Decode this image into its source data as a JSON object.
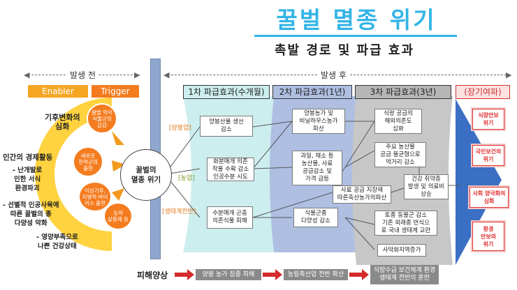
{
  "title": "꿀벌 멸종 위기",
  "subtitle": "촉발 경로 및 파급 효과",
  "phases": {
    "before": "발생 전",
    "after": "발생 후"
  },
  "tags": {
    "enabler": "Enabler",
    "trigger": "Trigger"
  },
  "headers": [
    "1차 파급효과(수개월)",
    "2차 파급효과(1년)",
    "3차 파급효과(3년)",
    "(장기여파)"
  ],
  "enablers": {
    "climate": [
      "기후변화의",
      "심화"
    ],
    "economy": "인간의 경제활동",
    "economy_detail": [
      "- 난개발로",
      "인한 서식",
      "환경파괴"
    ],
    "breeding": [
      "- 선별적 인공사육에",
      "따른 꿀벌의 종",
      "다양성 악화"
    ],
    "nutrition": [
      "- 영양부족으로",
      "나쁜 건강상태"
    ]
  },
  "triggers": [
    [
      "꿀벌 먹이",
      "식물군의",
      "급감"
    ],
    [
      "새로운",
      "천적군의",
      "출현"
    ],
    [
      "이상기후,",
      "지병적 바이",
      "러스 출현"
    ],
    [
      "농약",
      "살충제 등"
    ]
  ],
  "center": [
    "꿀벌의",
    "멸종 위기"
  ],
  "sectors": {
    "apiculture": "[양봉업]",
    "agriculture": "[농업]",
    "ecosystem": "[생태계전반]"
  },
  "first": [
    [
      "양봉산물 생산",
      "감소"
    ],
    [
      "화분매개 의존",
      "작물 수확 감소",
      "인공수분 시도"
    ],
    [
      "수분매개 곤충",
      "의존식물 피해"
    ]
  ],
  "second": [
    [
      "양봉농가 및",
      "비닐하우스농가",
      "파산"
    ],
    [
      "과일, 채소 등",
      "농산물, 사료",
      "공급감소 및",
      "가격 급등"
    ],
    [
      "사료 공급 지장에",
      "따른축산농가의파산"
    ],
    [
      "식물군종",
      "다양성 감소"
    ]
  ],
  "third": [
    [
      "식량 공급의",
      "해외의존도",
      "심화"
    ],
    [
      "주요 농산물",
      "공급 불균형으로",
      "먹거리 감소"
    ],
    [
      "건강 취약층",
      "발생 및 의료비",
      "상승"
    ],
    [
      "토종 동물군 감소",
      "기존 외래종 번식으",
      "로 국내 생태계 교란"
    ],
    [
      "사막화지역증가"
    ]
  ],
  "long": [
    [
      "식량안보",
      "위기"
    ],
    [
      "국민보건의",
      "위기"
    ],
    [
      "사회 양극화의",
      "심화"
    ],
    [
      "환경",
      "안보의",
      "위기"
    ]
  ],
  "damage": {
    "label": "피해양상",
    "items": [
      "양봉 농가 집중 피해",
      "농림축산업 전반 확산",
      "식량수급 보건체계 환경생태계 전반의 혼란"
    ]
  },
  "colors": {
    "title": "#33b4e6",
    "enabler": "#f5a623",
    "trigger": "#f47c1f",
    "arc": "#ffd23f",
    "center_bar": "#8fa7cf",
    "zone1": "#cdeeee",
    "zone2": "#aebfe2",
    "zone3": "#c2c2c2",
    "long_arrow": "#3b6fc4",
    "long_box": "#fde2e2",
    "damage_arrow": "#d42b2b"
  }
}
